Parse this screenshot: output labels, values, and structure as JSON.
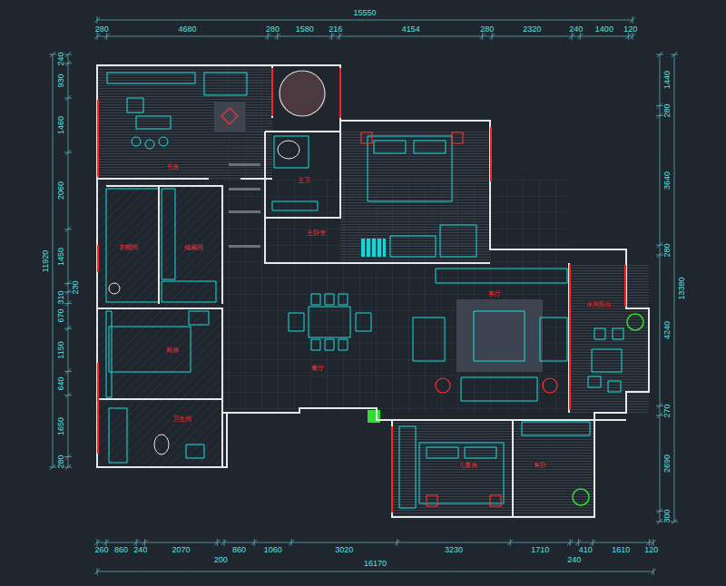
{
  "diagram": {
    "labels": [
      "15550",
      "280",
      "4680",
      "280",
      "1580",
      "216",
      "4154",
      "280",
      "2320",
      "240",
      "1400",
      "120",
      "16170",
      "260",
      "860",
      "240",
      "2070",
      "200",
      "860",
      "1060",
      "3020",
      "3230",
      "1710",
      "240",
      "410",
      "1610",
      "120",
      "11920",
      "240",
      "930",
      "1460",
      "2060",
      "1450",
      "230",
      "310",
      "670",
      "1150",
      "640",
      "1650",
      "280",
      "13380",
      "1440",
      "280",
      "3640",
      "280",
      "4240",
      "270",
      "2690",
      "300",
      "书房",
      "衣帽间",
      "储藏间",
      "厨房",
      "卫生间",
      "主卫",
      "主卧室",
      "餐厅",
      "客厅",
      "休闲阳台",
      "儿童房",
      "客卧"
    ]
  }
}
